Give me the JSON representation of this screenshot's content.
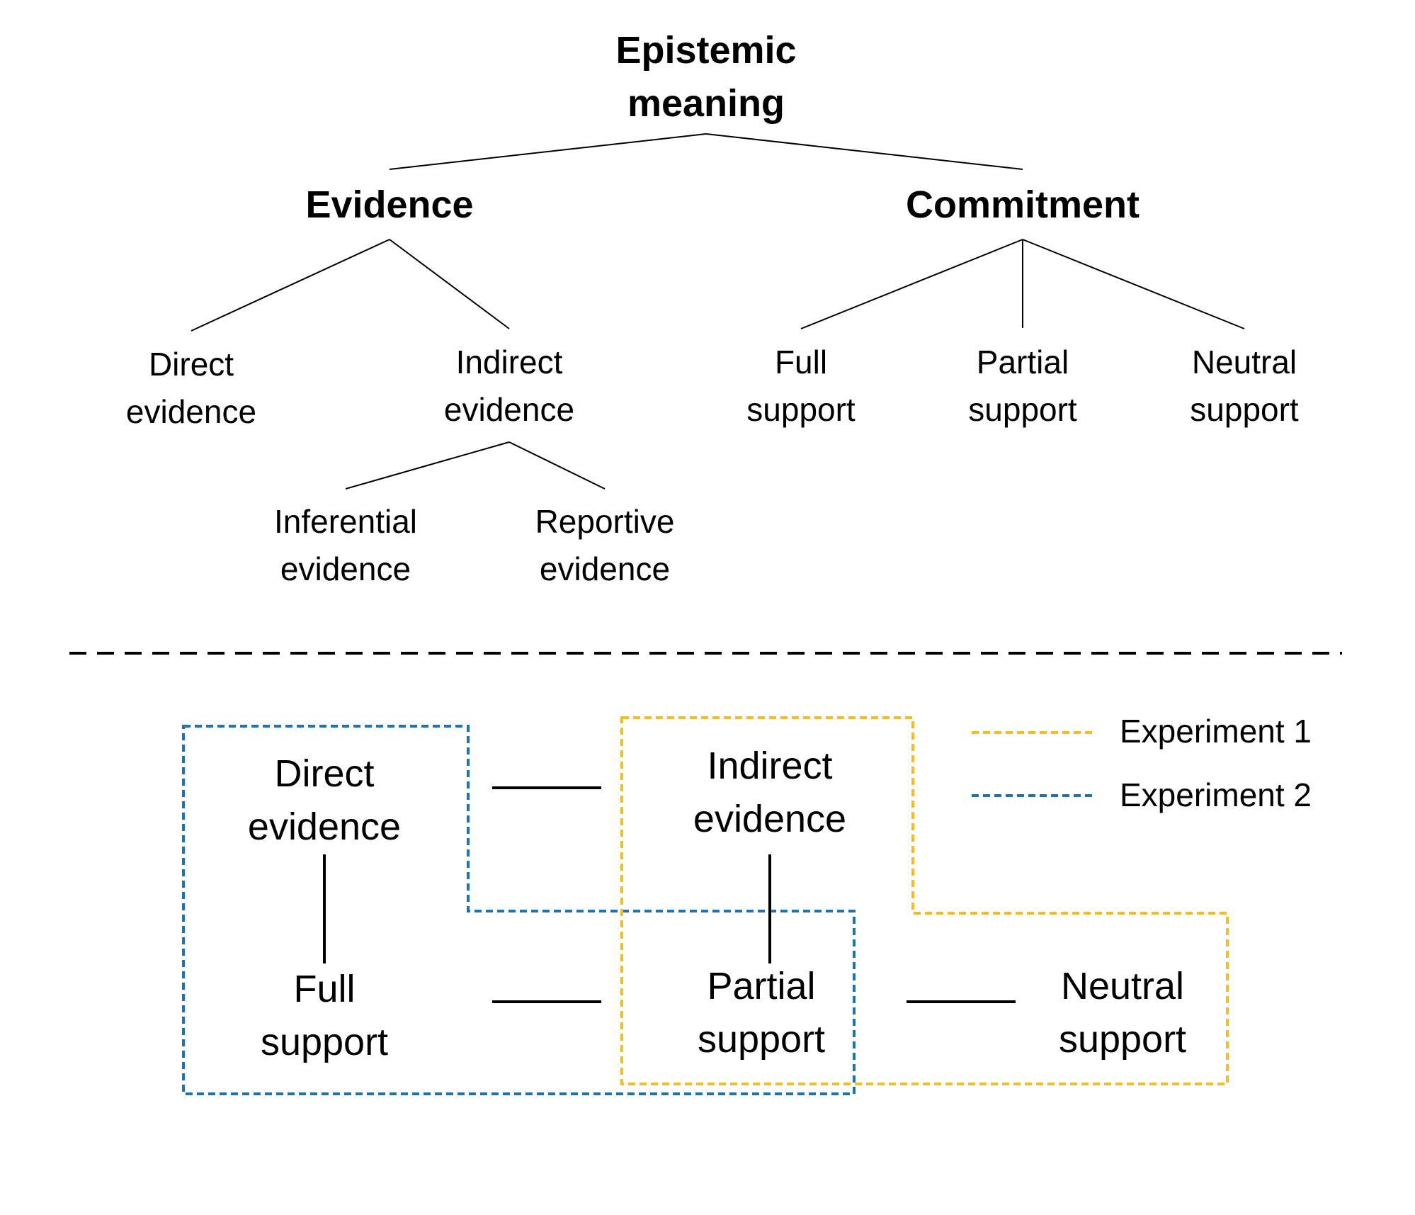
{
  "tree": {
    "root": {
      "line1": "Epistemic",
      "line2": "meaning"
    },
    "evidence": {
      "label": "Evidence",
      "direct": {
        "line1": "Direct",
        "line2": "evidence"
      },
      "indirect": {
        "line1": "Indirect",
        "line2": "evidence"
      },
      "inferential": {
        "line1": "Inferential",
        "line2": "evidence"
      },
      "reportive": {
        "line1": "Reportive",
        "line2": "evidence"
      }
    },
    "commitment": {
      "label": "Commitment",
      "full": {
        "line1": "Full",
        "line2": "support"
      },
      "partial": {
        "line1": "Partial",
        "line2": "support"
      },
      "neutral": {
        "line1": "Neutral",
        "line2": "support"
      }
    }
  },
  "grid": {
    "direct": {
      "line1": "Direct",
      "line2": "evidence"
    },
    "indirect": {
      "line1": "Indirect",
      "line2": "evidence"
    },
    "full": {
      "line1": "Full",
      "line2": "support"
    },
    "partial": {
      "line1": "Partial",
      "line2": "support"
    },
    "neutral": {
      "line1": "Neutral",
      "line2": "support"
    }
  },
  "legend": {
    "items": [
      {
        "label": "Experiment 1",
        "color": "#F2BE22"
      },
      {
        "label": "Experiment 2",
        "color": "#1A73B5"
      }
    ]
  },
  "colors": {
    "line": "#000000",
    "experiment1": "#F2BE22",
    "experiment2": "#1A73B5",
    "divider": "#000000"
  }
}
